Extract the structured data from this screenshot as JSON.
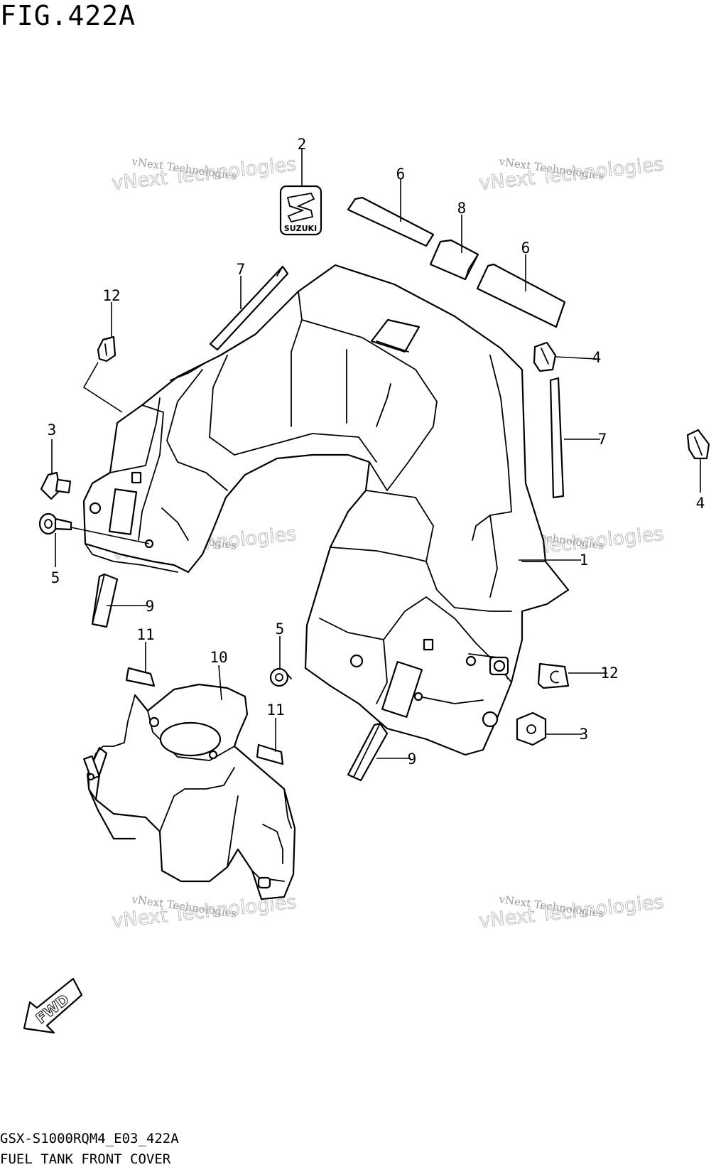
{
  "figure": {
    "title": "FIG.422A",
    "model_code": "GSX-S1000RQM4_E03_422A",
    "caption": "FUEL TANK FRONT COVER"
  },
  "callouts": [
    {
      "id": "c2",
      "label": "2"
    },
    {
      "id": "c6a",
      "label": "6"
    },
    {
      "id": "c8",
      "label": "8"
    },
    {
      "id": "c6b",
      "label": "6"
    },
    {
      "id": "c7a",
      "label": "7"
    },
    {
      "id": "c12a",
      "label": "12"
    },
    {
      "id": "c4a",
      "label": "4"
    },
    {
      "id": "c7b",
      "label": "7"
    },
    {
      "id": "c4b",
      "label": "4"
    },
    {
      "id": "c3a",
      "label": "3"
    },
    {
      "id": "c5a",
      "label": "5"
    },
    {
      "id": "c1",
      "label": "1"
    },
    {
      "id": "c9a",
      "label": "9"
    },
    {
      "id": "c11a",
      "label": "11"
    },
    {
      "id": "c10",
      "label": "10"
    },
    {
      "id": "c5b",
      "label": "5"
    },
    {
      "id": "c12b",
      "label": "12"
    },
    {
      "id": "c11b",
      "label": "11"
    },
    {
      "id": "c3b",
      "label": "3"
    },
    {
      "id": "c9b",
      "label": "9"
    }
  ],
  "emblem": {
    "text": "SUZUKI"
  },
  "fwd_arrow": {
    "text": "FWD"
  },
  "watermark": {
    "line1": "vNext Technologies",
    "line2": "vNext Technologies"
  }
}
